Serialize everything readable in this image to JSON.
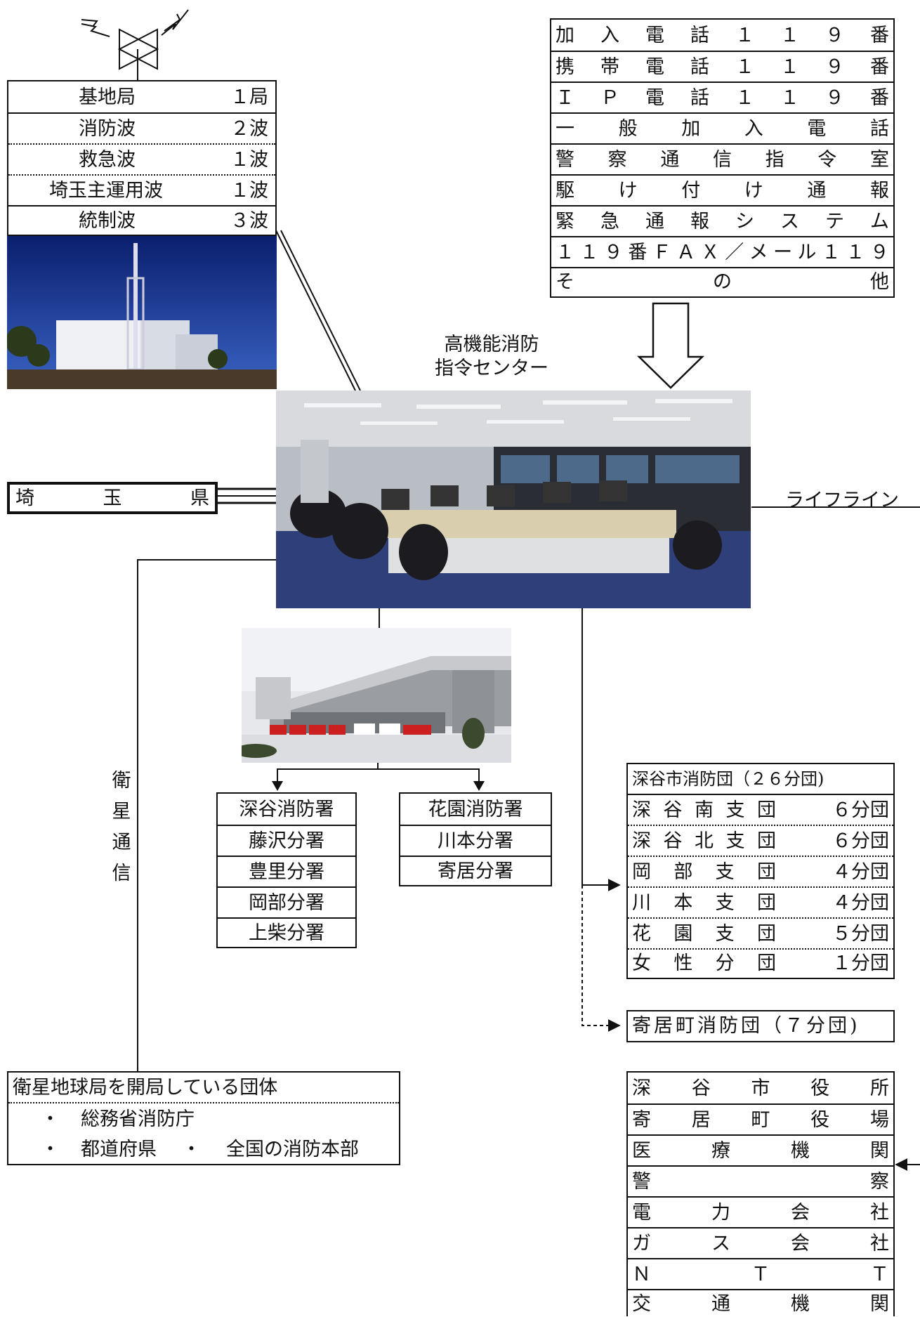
{
  "radio_table": {
    "rows": [
      {
        "label": "基地局",
        "value": "１局"
      },
      {
        "label": "消防波",
        "value": "２波"
      },
      {
        "label": "救急波",
        "value": "１波"
      },
      {
        "label": "埼玉主運用波",
        "value": "１波"
      },
      {
        "label": "統制波",
        "value": "３波"
      }
    ]
  },
  "call_table": {
    "rows": [
      [
        "加",
        "入",
        "電",
        "話",
        "１",
        "１",
        "９",
        "番"
      ],
      [
        "携",
        "帯",
        "電",
        "話",
        "１",
        "１",
        "９",
        "番"
      ],
      [
        "Ｉ",
        "Ｐ",
        "電",
        "話",
        "１",
        "１",
        "９",
        "番"
      ],
      [
        "一",
        "般",
        "加",
        "入",
        "電",
        "話"
      ],
      [
        "警",
        "察",
        "通",
        "信",
        "指",
        "令",
        "室"
      ],
      [
        "駆",
        "け",
        "付",
        "け",
        "通",
        "報"
      ],
      [
        "緊",
        "急",
        "通",
        "報",
        "シ",
        "ス",
        "テ",
        "ム"
      ],
      [
        "１",
        "１",
        "９",
        "番",
        "Ｆ",
        "Ａ",
        "Ｘ",
        "／",
        "メ",
        "ー",
        "ル",
        "１",
        "１",
        "９"
      ],
      [
        "そ",
        "の",
        "他"
      ]
    ]
  },
  "center_label": {
    "line1": "高機能消防",
    "line2": "指令センター"
  },
  "prefecture": [
    "埼",
    "玉",
    "県"
  ],
  "lifeline": "ライフライン",
  "satellite_label": [
    "衛",
    "星",
    "通",
    "信"
  ],
  "stations_left": [
    "深谷消防署",
    "藤沢分署",
    "豊里分署",
    "岡部分署",
    "上柴分署"
  ],
  "stations_right": [
    "花園消防署",
    "川本分署",
    "寄居分署"
  ],
  "fire_corps": {
    "title": "深谷市消防団（２６分団)",
    "rows": [
      {
        "name": [
          "深",
          "谷",
          "南",
          "支",
          "団"
        ],
        "count": "６分団"
      },
      {
        "name": [
          "深",
          "谷",
          "北",
          "支",
          "団"
        ],
        "count": "６分団"
      },
      {
        "name": [
          "岡",
          "部",
          "支",
          "団"
        ],
        "count": "４分団"
      },
      {
        "name": [
          "川",
          "本",
          "支",
          "団"
        ],
        "count": "４分団"
      },
      {
        "name": [
          "花",
          "園",
          "支",
          "団"
        ],
        "count": "５分団"
      },
      {
        "name": [
          "女",
          "性",
          "分",
          "団"
        ],
        "count": "１分団"
      }
    ]
  },
  "yorii_corps": "寄居町消防団（７分団)",
  "satellite_orgs": {
    "title": "衛星地球局を開局している団体",
    "line1": {
      "bullet": "・",
      "text": "総務省消防庁"
    },
    "line2": {
      "bullet1": "・",
      "text1": "都道府県",
      "bullet2": "・",
      "text2": "全国の消防本部"
    }
  },
  "agencies": [
    [
      "深",
      "谷",
      "市",
      "役",
      "所"
    ],
    [
      "寄",
      "居",
      "町",
      "役",
      "場"
    ],
    [
      "医",
      "療",
      "機",
      "関"
    ],
    [
      "警",
      "察"
    ],
    [
      "電",
      "力",
      "会",
      "社"
    ],
    [
      "ガ",
      "ス",
      "会",
      "社"
    ],
    [
      "Ｎ",
      "Ｔ",
      "Ｔ"
    ],
    [
      "交",
      "通",
      "機",
      "関"
    ]
  ],
  "photos": {
    "tower": "radio-tower-building-photo",
    "command_room": "command-center-room-photo",
    "fire_station": "fire-station-building-photo"
  },
  "colors": {
    "line": "#111111",
    "sky_top": "#0b1f6e",
    "sky_bottom": "#3a63c4"
  }
}
